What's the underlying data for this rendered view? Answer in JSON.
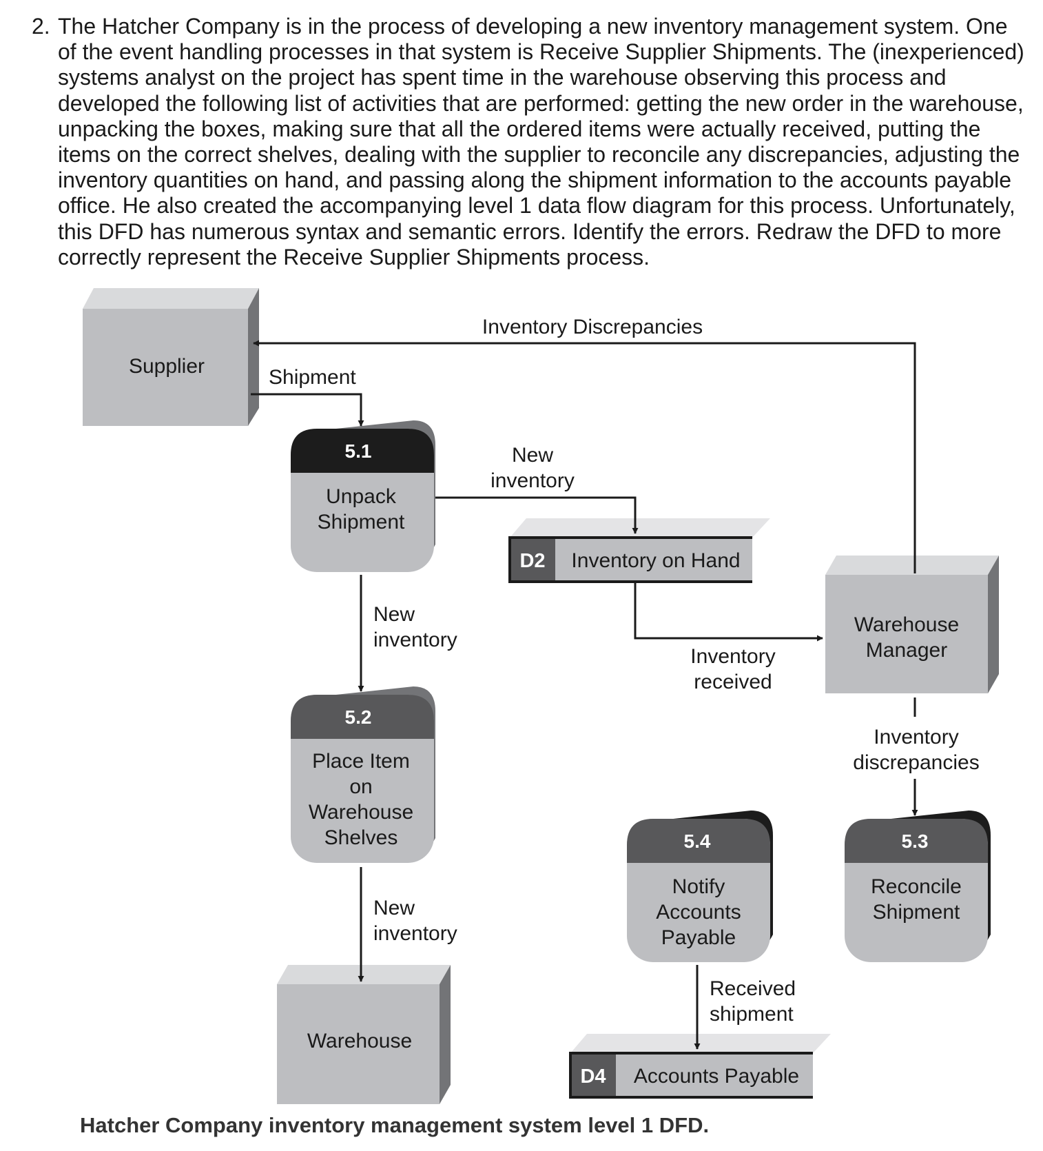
{
  "question": {
    "number": "2.",
    "lines": [
      "The Hatcher Company is in the process of developing a new inventory management system. One",
      "of the event handling processes in that system is Receive Supplier Shipments. The (inexperienced)",
      "systems analyst on the project has spent time in the warehouse observing this process and",
      "developed the following list of activities that are performed: getting the new order in the warehouse,",
      "unpacking the boxes, making sure that all the ordered items were actually received, putting the",
      "items on the correct shelves, dealing with the supplier to reconcile any discrepancies, adjusting the",
      "inventory quantities on hand, and passing along the shipment information to the accounts payable",
      "office. He also created the accompanying level 1 data flow diagram for this process. Unfortunately,",
      "this DFD has numerous syntax and semantic errors. Identify the errors. Redraw the DFD to more",
      "correctly represent the Receive Supplier Shipments process."
    ]
  },
  "diagram": {
    "entities": {
      "supplier": "Supplier",
      "warehouse_manager": [
        "Warehouse",
        "Manager"
      ],
      "warehouse": "Warehouse"
    },
    "processes": {
      "p51": {
        "number": "5.1",
        "name": [
          "Unpack",
          "Shipment"
        ]
      },
      "p52": {
        "number": "5.2",
        "name": [
          "Place Item",
          "on",
          "Warehouse",
          "Shelves"
        ]
      },
      "p53": {
        "number": "5.3",
        "name": [
          "Reconcile",
          "Shipment"
        ]
      },
      "p54": {
        "number": "5.4",
        "name": [
          "Notify",
          "Accounts",
          "Payable"
        ]
      }
    },
    "stores": {
      "d2": {
        "id": "D2",
        "name": "Inventory on Hand"
      },
      "d4": {
        "id": "D4",
        "name": "Accounts Payable"
      }
    },
    "flows": {
      "inventory_discrepancies_top": "Inventory Discrepancies",
      "shipment": "Shipment",
      "new_inventory_to_d2": [
        "New",
        "inventory"
      ],
      "new_inventory_51_52": [
        "New",
        "inventory"
      ],
      "new_inventory_52_wh": [
        "New",
        "inventory"
      ],
      "inventory_received": [
        "Inventory",
        "received"
      ],
      "inventory_discrepancies_wm": [
        "Inventory",
        "discrepancies"
      ],
      "received_shipment": [
        "Received",
        "shipment"
      ]
    },
    "colors": {
      "box_face": "#bdbec1",
      "box_top": "#d9dadc",
      "box_side": "#737477",
      "header_dark": "#1c1c1c",
      "header_mid": "#58585a",
      "line": "#1a1a1a"
    }
  },
  "caption": "Hatcher Company inventory management system level 1 DFD."
}
